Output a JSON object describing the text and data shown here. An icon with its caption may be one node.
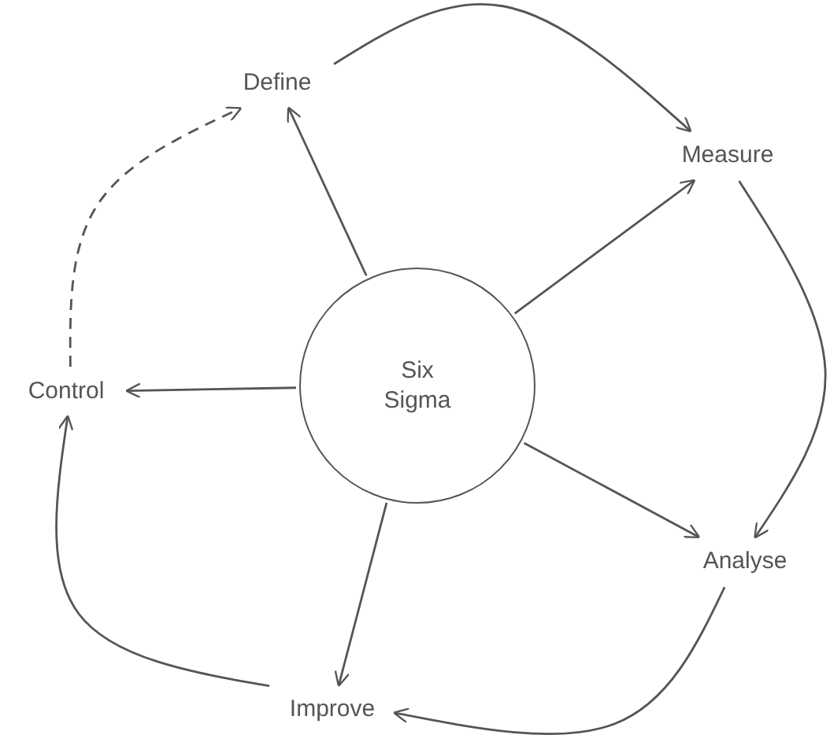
{
  "diagram": {
    "nodes": [
      {
        "text": [
          "Six Sigma"
        ]
      },
      {
        "text": [
          "Define"
        ]
      },
      {
        "text": [
          "Measure"
        ]
      },
      {
        "text": [
          "Analyse"
        ]
      },
      {
        "text": [
          "Improve"
        ]
      },
      {
        "text": [
          "Control"
        ]
      }
    ],
    "edges": [
      {
        "from": 0,
        "to": 1,
        "arrow": "to"
      },
      {
        "from": 0,
        "to": 2,
        "arrow": "to"
      },
      {
        "from": 0,
        "to": 3,
        "arrow": "to"
      },
      {
        "from": 0,
        "to": 4,
        "arrow": "to"
      },
      {
        "from": 0,
        "to": 5,
        "arrow": "to"
      },
      {
        "from": 1,
        "to": 2,
        "arrow": "to"
      },
      {
        "from": 2,
        "to": 3,
        "arrow": "to"
      },
      {
        "from": 3,
        "to": 4,
        "arrow": "to"
      },
      {
        "from": 4,
        "to": 5,
        "arrow": "to"
      },
      {
        "from": 5,
        "to": 1,
        "arrow": "to",
        "style": "dashed"
      }
    ]
  }
}
